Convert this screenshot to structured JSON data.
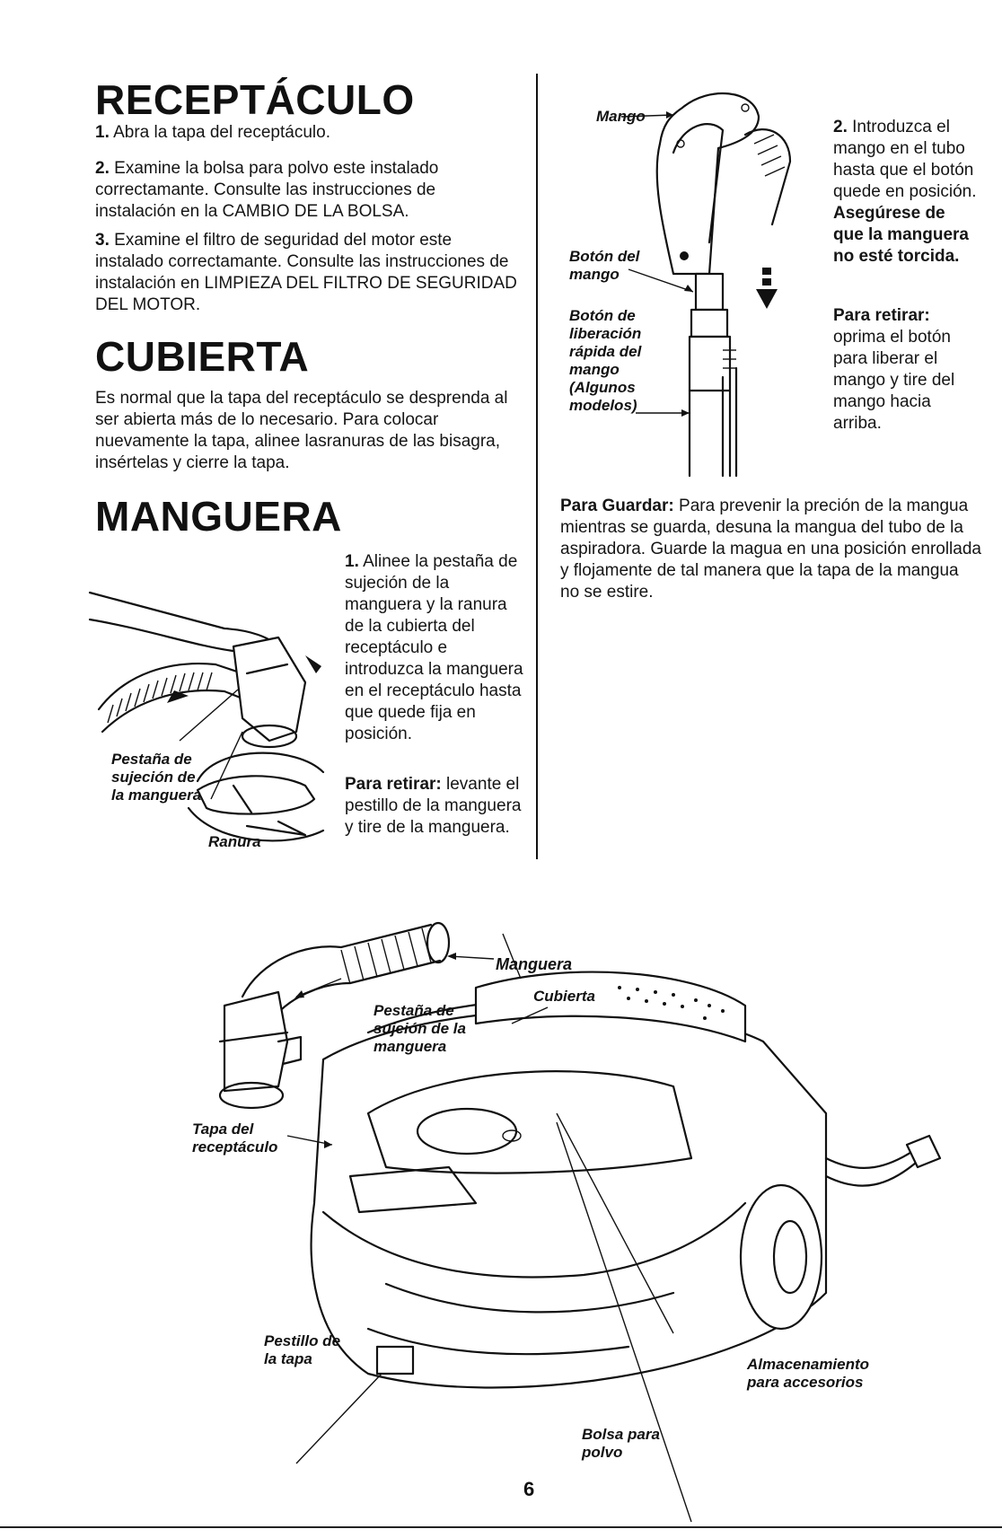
{
  "receptaculo": {
    "heading": "RECEPTÁCULO",
    "step1_num": "1.",
    "step1": "Abra la tapa del receptáculo.",
    "step2_num": "2.",
    "step2": "Examine la bolsa para polvo este instalado correctamante. Consulte las instrucciones de instalación en la CAMBIO DE LA BOLSA.",
    "step3_num": "3.",
    "step3": "Examine el filtro de seguridad del motor este instalado correctamante. Consulte las instrucciones de instalación en LIMPIEZA DEL FILTRO DE SEGURIDAD DEL MOTOR."
  },
  "cubierta": {
    "heading": "CUBIERTA",
    "text": "Es normal que la tapa del receptáculo se desprenda al ser abierta más de lo necesario. Para colocar nuevamente la tapa, alinee lasranuras de las bisagra, insértelas y cierre la tapa."
  },
  "manguera": {
    "heading": "MANGUERA",
    "step1_num": "1.",
    "step1": "Alinee la pestaña de sujeción de la manguera y la ranura de la cubierta del receptáculo e introduzca la manguera en el receptáculo hasta que quede fija en posición.",
    "remove_label": "Para retirar:",
    "remove_text": "levante el pestillo de la manguera y tire de la manguera.",
    "label_tab": "Pestaña de sujeción de la manguera",
    "label_slot": "Ranura"
  },
  "mango": {
    "label_handle": "Mango",
    "label_handle_button": "Botón del mango",
    "label_release_button": "Botón de liberación rápida del mango (Algunos modelos)",
    "step2_num": "2.",
    "step2": "Introduzca el mango en el tubo hasta que el botón quede en posición.",
    "step2_bold": "Asegúrese de que la manguera no esté torcida.",
    "remove_label": "Para retirar:",
    "remove_text": "oprima el botón para liberar el mango y tire del mango hacia arriba."
  },
  "guardar": {
    "label": "Para Guardar:",
    "text": "Para prevenir la preción de la mangua mientras se guarda, desuna la mangua del tubo de la aspiradora. Guarde la magua en una posición enrollada y flojamente de tal manera que la tapa de la mangua no se estire."
  },
  "diagram": {
    "label_hose": "Manguera",
    "label_cover": "Cubierta",
    "label_hose_tab": "Pestaña de sujeión de la manguera",
    "label_receptacle_lid": "Tapa del receptáculo",
    "label_lid_latch": "Pestillo de la tapa",
    "label_accessory_storage": "Almacenamiento para accesorios",
    "label_dust_bag": "Bolsa para polvo"
  },
  "page_number": "6"
}
